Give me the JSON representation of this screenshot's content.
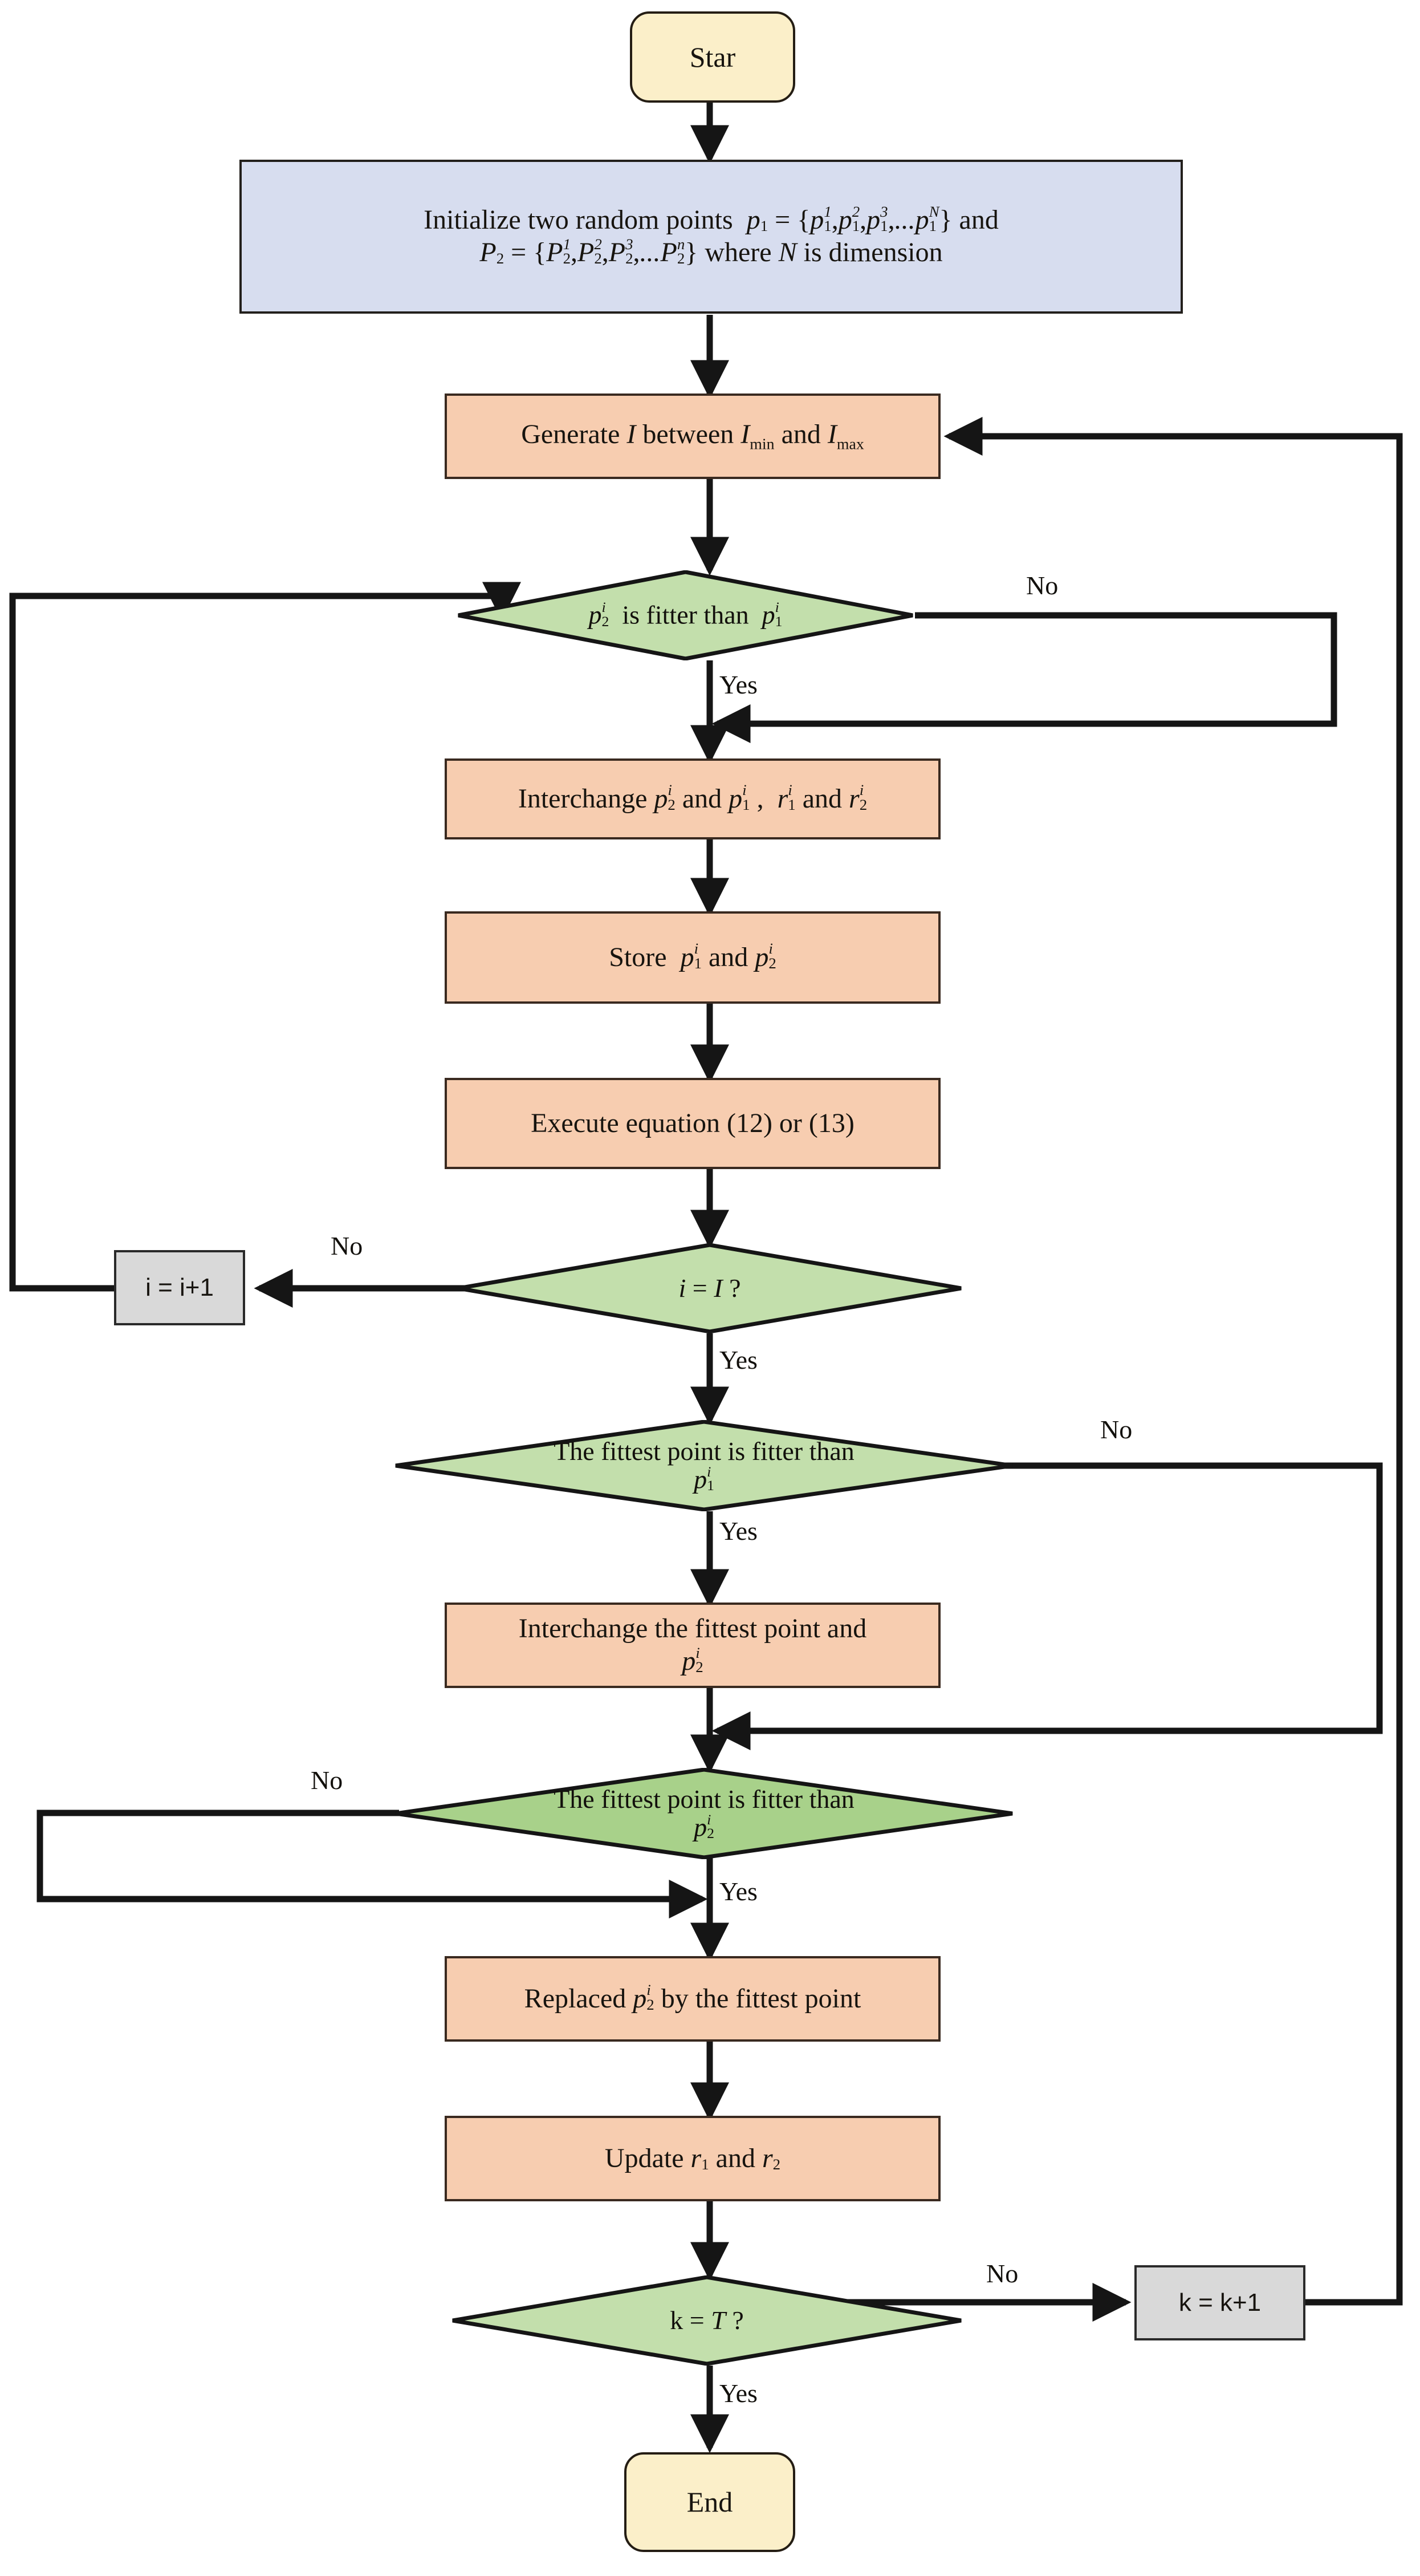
{
  "diagram": {
    "title": "Algorithm flowchart",
    "colors": {
      "terminator_fill": "#fbefc9",
      "process_fill": "#f7cdb0",
      "decision_fill": "#c3dfac",
      "init_fill": "#d7ddef",
      "aux_fill": "#d9d9d9",
      "stroke": "#241d14",
      "background": "#ffffff"
    },
    "nodes": {
      "start": {
        "label": "Star",
        "shape": "terminator"
      },
      "initialize": {
        "shape": "process-init",
        "line1_prefix": "Initialize two random points",
        "line1_expr_var": "p",
        "line1_expr": "p1 = {p1^1, p1^2, p1^3, ...p1^N} and",
        "line2_expr": "P2 = {P2^1, P2^2, P2^3, ...P2^n} where N is dimension"
      },
      "generate_i": {
        "shape": "process",
        "label": "Generate I between Imin and Imax"
      },
      "decision_fitter": {
        "shape": "decision",
        "label": "p2^i is fitter than p1^i"
      },
      "interchange": {
        "shape": "process",
        "label": "Interchange p2^i and p1^i , r1^i and r2^i"
      },
      "store": {
        "shape": "process",
        "label": "Store p1^i and p2^i"
      },
      "execute": {
        "shape": "process",
        "label": "Execute  equation (12) or (13)"
      },
      "decision_i_eq_I": {
        "shape": "decision",
        "label": "i = I ?"
      },
      "i_increment": {
        "shape": "aux",
        "label": "i = i+1"
      },
      "decision_fittest_vs_p1": {
        "shape": "decision",
        "line1": "The fittest point is fitter than",
        "line2": "p1^i"
      },
      "interchange_fittest": {
        "shape": "process",
        "line1": "Interchange the fittest point and",
        "line2": "p2^i"
      },
      "decision_fittest_vs_p2": {
        "shape": "decision",
        "line1": "The fittest point is fitter than",
        "line2": "p2^i"
      },
      "replace_p2": {
        "shape": "process",
        "label": "Replaced p2^i by the fittest point"
      },
      "update_r": {
        "shape": "process",
        "label": "Update r1 and r2"
      },
      "decision_k_eq_T": {
        "shape": "decision",
        "label": "k = T ?"
      },
      "k_increment": {
        "shape": "aux",
        "label": "k = k+1"
      },
      "end": {
        "label": "End",
        "shape": "terminator"
      }
    },
    "edge_labels": {
      "no_1": "No",
      "yes_1": "Yes",
      "no_2": "No",
      "yes_2": "Yes",
      "no_3": "No",
      "yes_3": "Yes",
      "no_4": "No",
      "yes_4": "Yes",
      "no_5": "No",
      "yes_5": "Yes"
    }
  }
}
